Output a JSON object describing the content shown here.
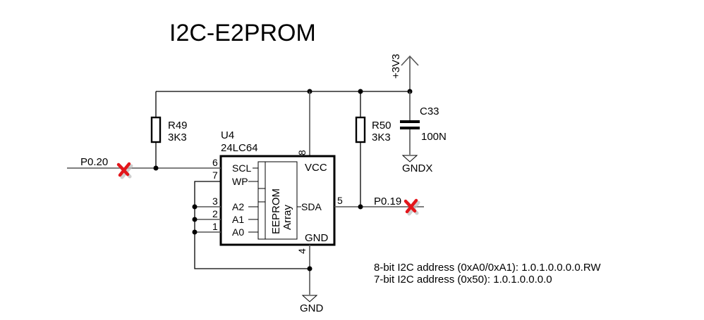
{
  "title": "I2C-E2PROM",
  "power": {
    "net": "+3V3"
  },
  "capacitor": {
    "ref": "C33",
    "value": "100N",
    "ground": "GNDX"
  },
  "resistors": [
    {
      "ref": "R49",
      "value": "3K3"
    },
    {
      "ref": "R50",
      "value": "3K3"
    }
  ],
  "ic": {
    "ref": "U4",
    "part": "24LC64",
    "array_label_1": "EEPROM",
    "array_label_2": "Array",
    "pins": {
      "scl": {
        "name": "SCL",
        "num": "6"
      },
      "wp": {
        "name": "WP",
        "num": "7"
      },
      "a2": {
        "name": "A2",
        "num": "3"
      },
      "a1": {
        "name": "A1",
        "num": "2"
      },
      "a0": {
        "name": "A0",
        "num": "1"
      },
      "sda": {
        "name": "SDA",
        "num": "5"
      },
      "vcc": {
        "name": "VCC",
        "num": "8"
      },
      "gnd": {
        "name": "GND",
        "num": "4"
      }
    }
  },
  "nets": {
    "scl": "P0.20",
    "sda": "P0.19",
    "ground": "GND"
  },
  "markers": {
    "color": "#e3161b"
  },
  "notes": [
    "8-bit I2C address (0xA0/0xA1): 1.0.1.0.0.0.0.RW",
    "7-bit I2C address (0x50): 1.0.1.0.0.0.0"
  ]
}
